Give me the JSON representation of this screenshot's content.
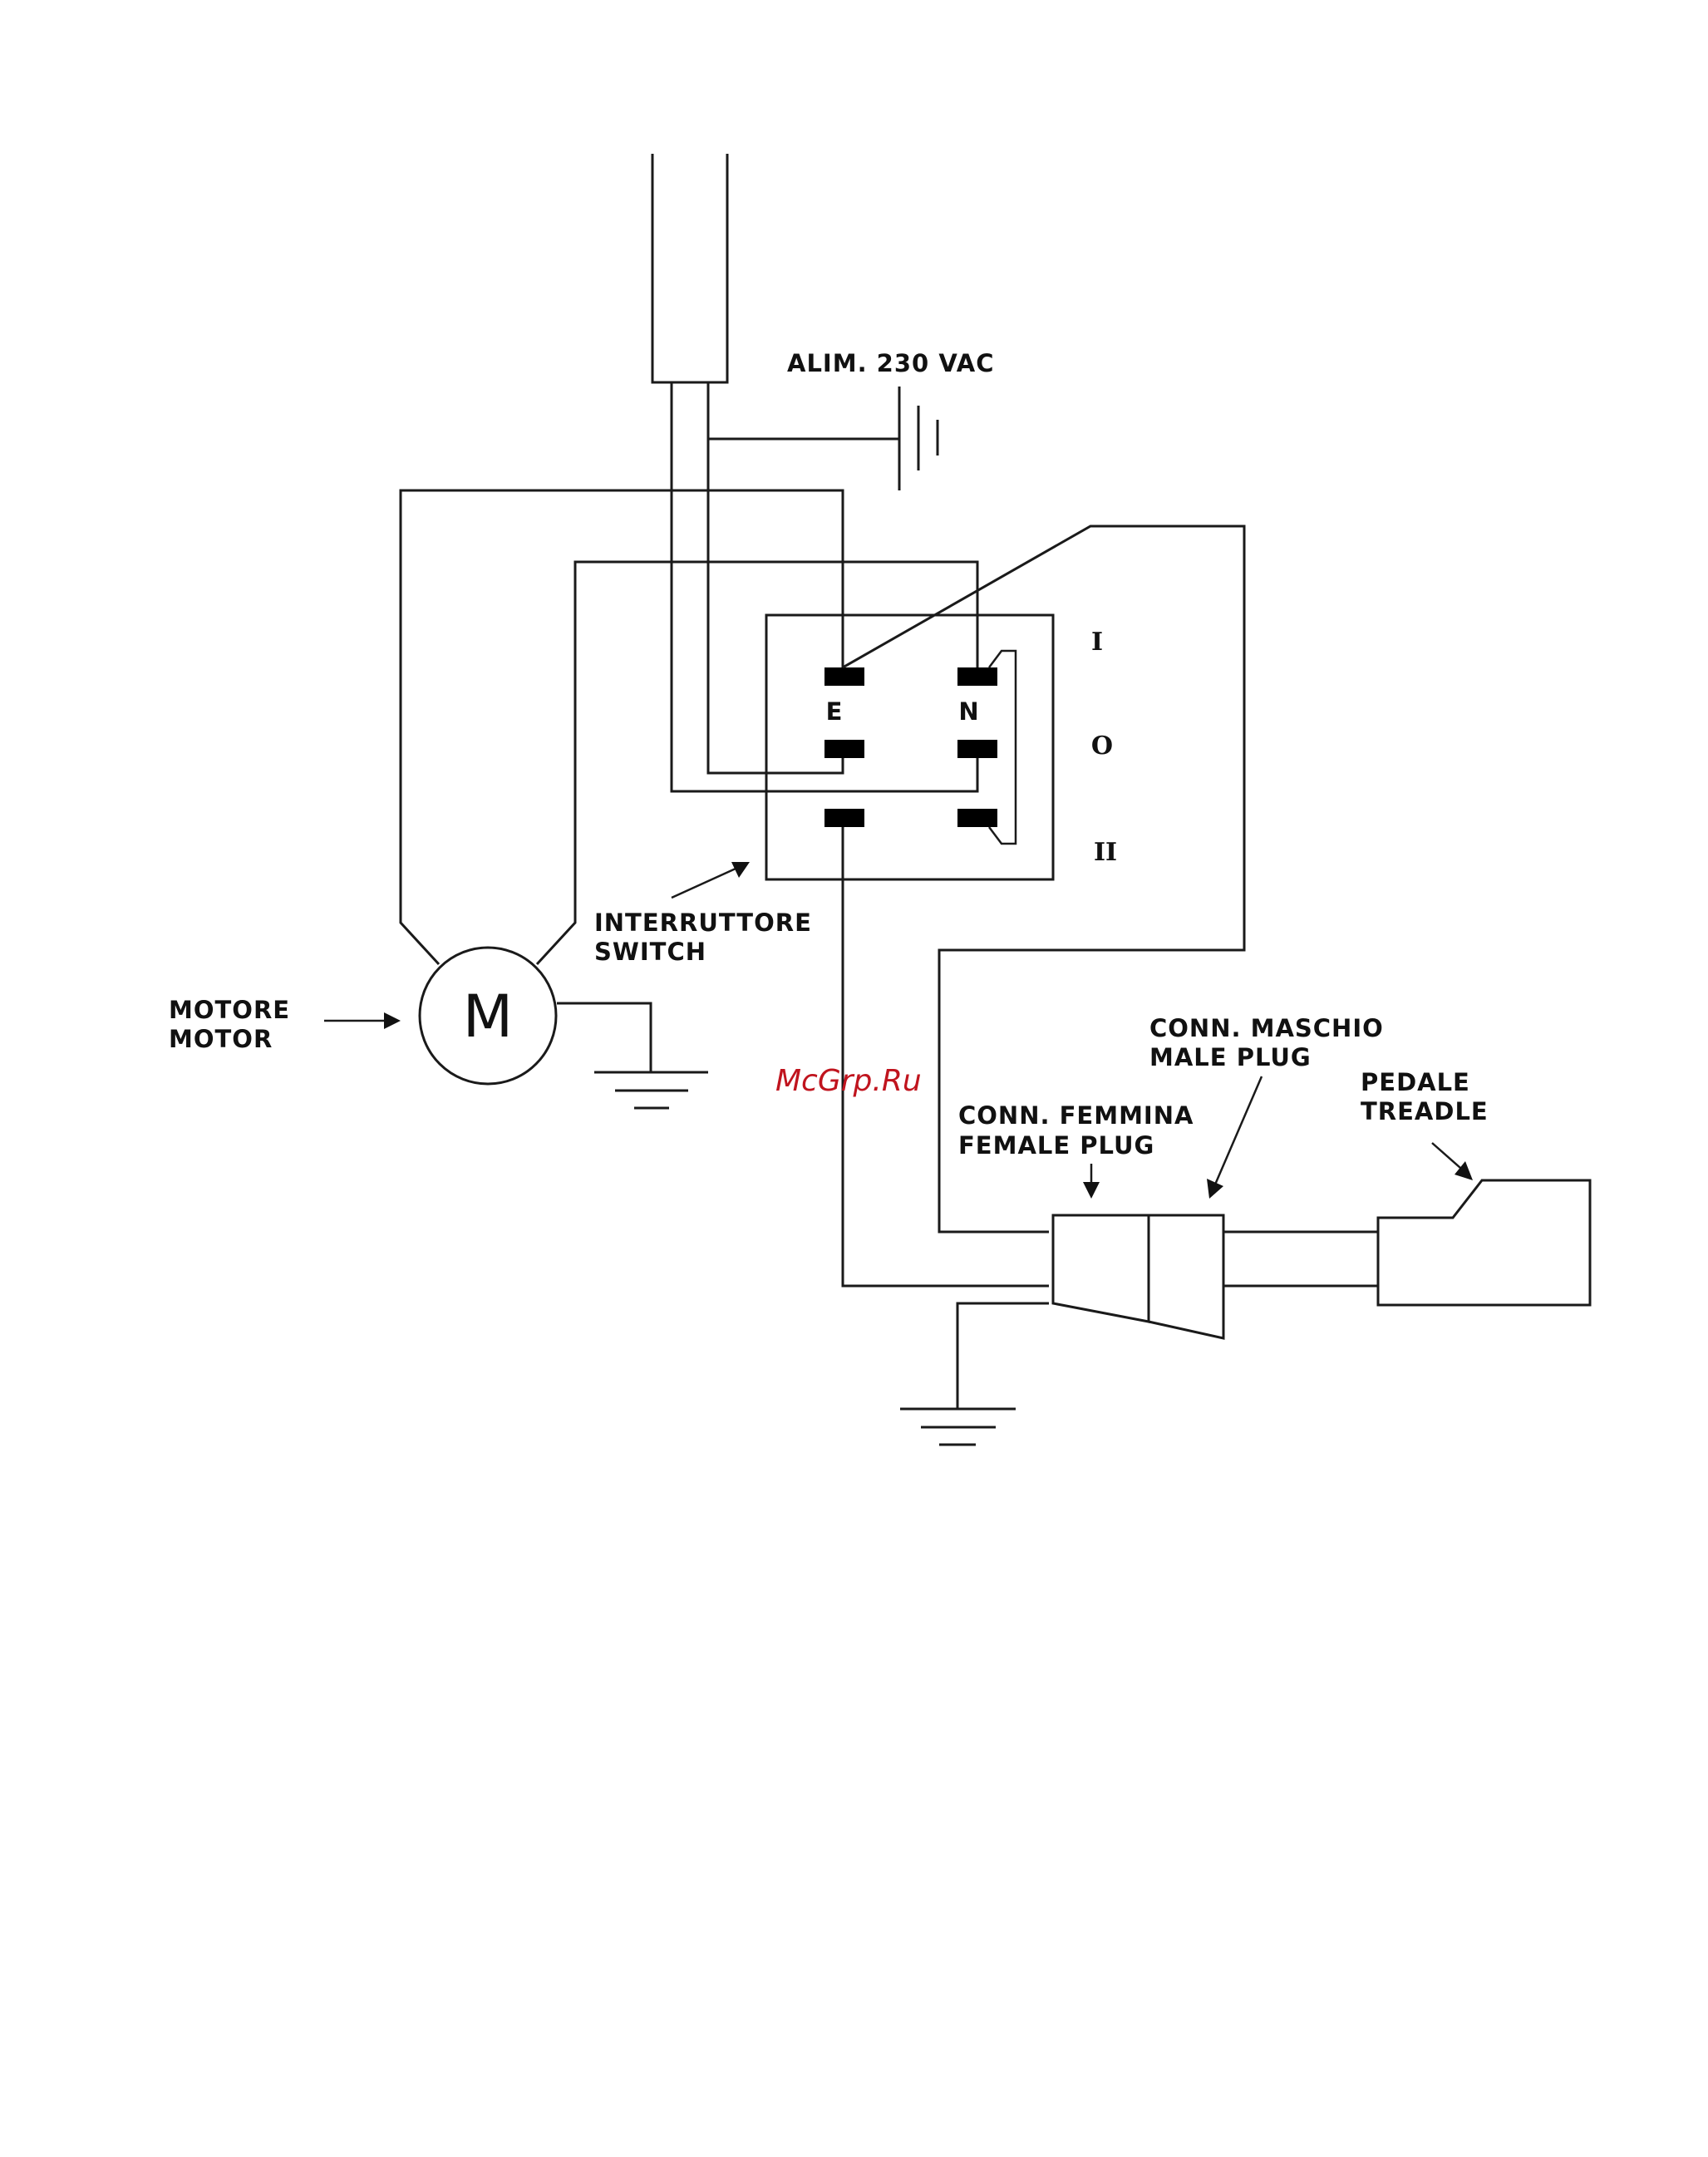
{
  "labels": {
    "power": "ALIM. 230 VAC",
    "switch_it": "INTERRUTTORE",
    "switch_en": "SWITCH",
    "motor_it": "MOTORE",
    "motor_en": "MOTOR",
    "motor_symbol": "M",
    "male_it": "CONN. MASCHIO",
    "male_en": "MALE PLUG",
    "female_it": "CONN. FEMMINA",
    "female_en": "FEMALE PLUG",
    "pedal_it": "PEDALE",
    "pedal_en": "TREADLE",
    "terminal_e": "E",
    "terminal_n": "N",
    "pos_1": "I",
    "pos_0": "O",
    "pos_2": "II",
    "watermark": "McGrp.Ru"
  },
  "colors": {
    "line": "#1a1a1a",
    "watermark": "#c0141e"
  }
}
